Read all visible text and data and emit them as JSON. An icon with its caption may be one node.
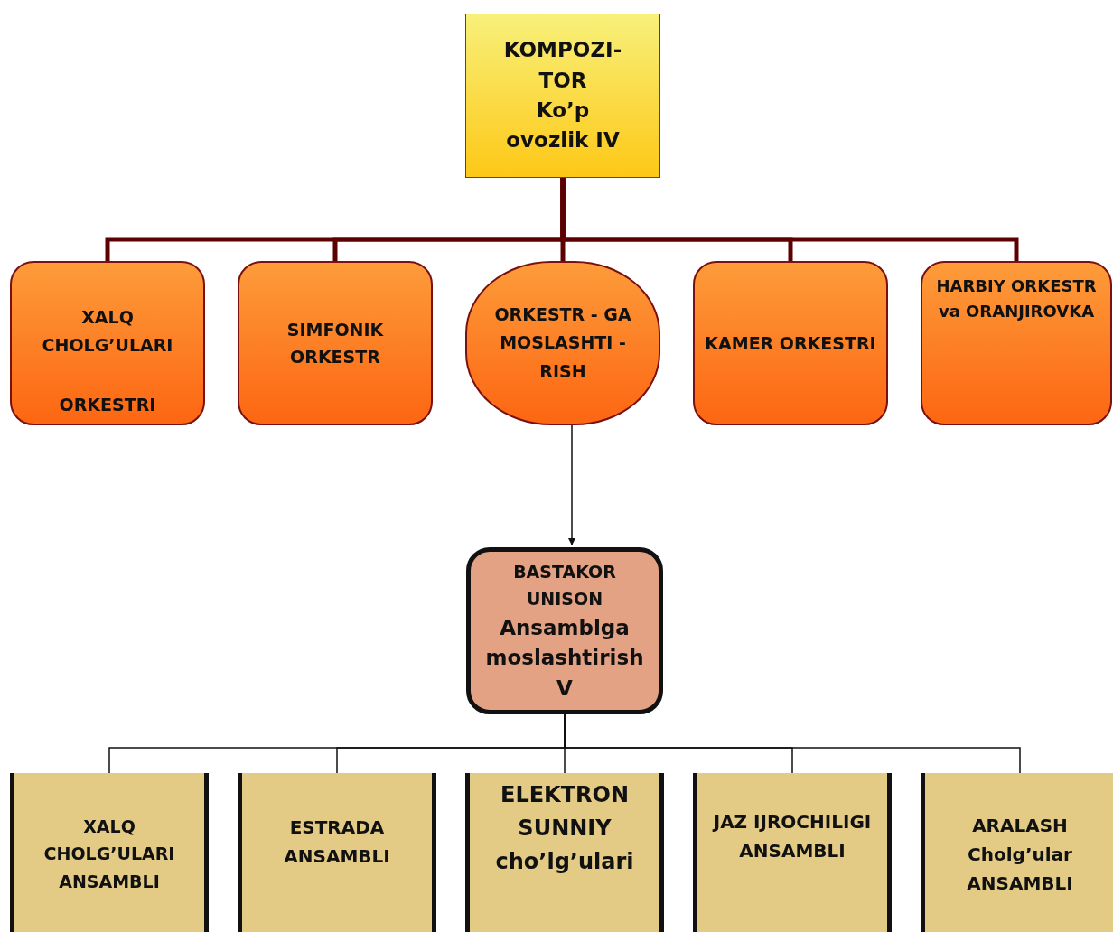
{
  "diagram": {
    "nodes": [
      {
        "text": [
          "KOMPOZI- TOR",
          "Ko’p ovozlik IV"
        ]
      },
      {
        "text": [
          "XALQ CHOLG’ULARI",
          "ORKESTRI"
        ]
      },
      {
        "text": [
          "SIMFONIK ORKESTR"
        ]
      },
      {
        "text": [
          "ORKESTR - GA MOSLASHTI - RISH"
        ]
      },
      {
        "text": [
          "KAMER ORKESTRI"
        ]
      },
      {
        "text": [
          "HARBIY ORKESTR va ORANJIROVKA"
        ]
      },
      {
        "text": [
          "BASTAKOR UNISON",
          "Ansamblga moslashtirish V"
        ]
      },
      {
        "text": [
          "XALQ CHOLG’ULARI ANSAMBLI"
        ]
      },
      {
        "text": [
          "ESTRADA ANSAMBLI"
        ]
      },
      {
        "text": [
          "ELEKTRON SUNNIY cho’lg’ulari"
        ]
      },
      {
        "text": [
          "JAZ IJROCHILIGI ANSAMBLI"
        ]
      },
      {
        "text": [
          "ARALASH Cholg’ular ANSAMBLI"
        ]
      }
    ],
    "edges": [
      {
        "from": 0,
        "to": 1,
        "arrow": "none",
        "style": "thick",
        "color": "#5c0000"
      },
      {
        "from": 0,
        "to": 2,
        "arrow": "none",
        "style": "thick",
        "color": "#5c0000"
      },
      {
        "from": 0,
        "to": 3,
        "arrow": "none",
        "style": "thick",
        "color": "#5c0000"
      },
      {
        "from": 0,
        "to": 4,
        "arrow": "none",
        "style": "thick",
        "color": "#5c0000"
      },
      {
        "from": 0,
        "to": 5,
        "arrow": "none",
        "style": "thick",
        "color": "#5c0000"
      },
      {
        "from": 3,
        "to": 6,
        "arrow": "to"
      },
      {
        "from": 6,
        "to": 7,
        "arrow": "none"
      },
      {
        "from": 6,
        "to": 8,
        "arrow": "none"
      },
      {
        "from": 6,
        "to": 9,
        "arrow": "none"
      },
      {
        "from": 6,
        "to": 10,
        "arrow": "none"
      },
      {
        "from": 6,
        "to": 11,
        "arrow": "none"
      }
    ]
  }
}
